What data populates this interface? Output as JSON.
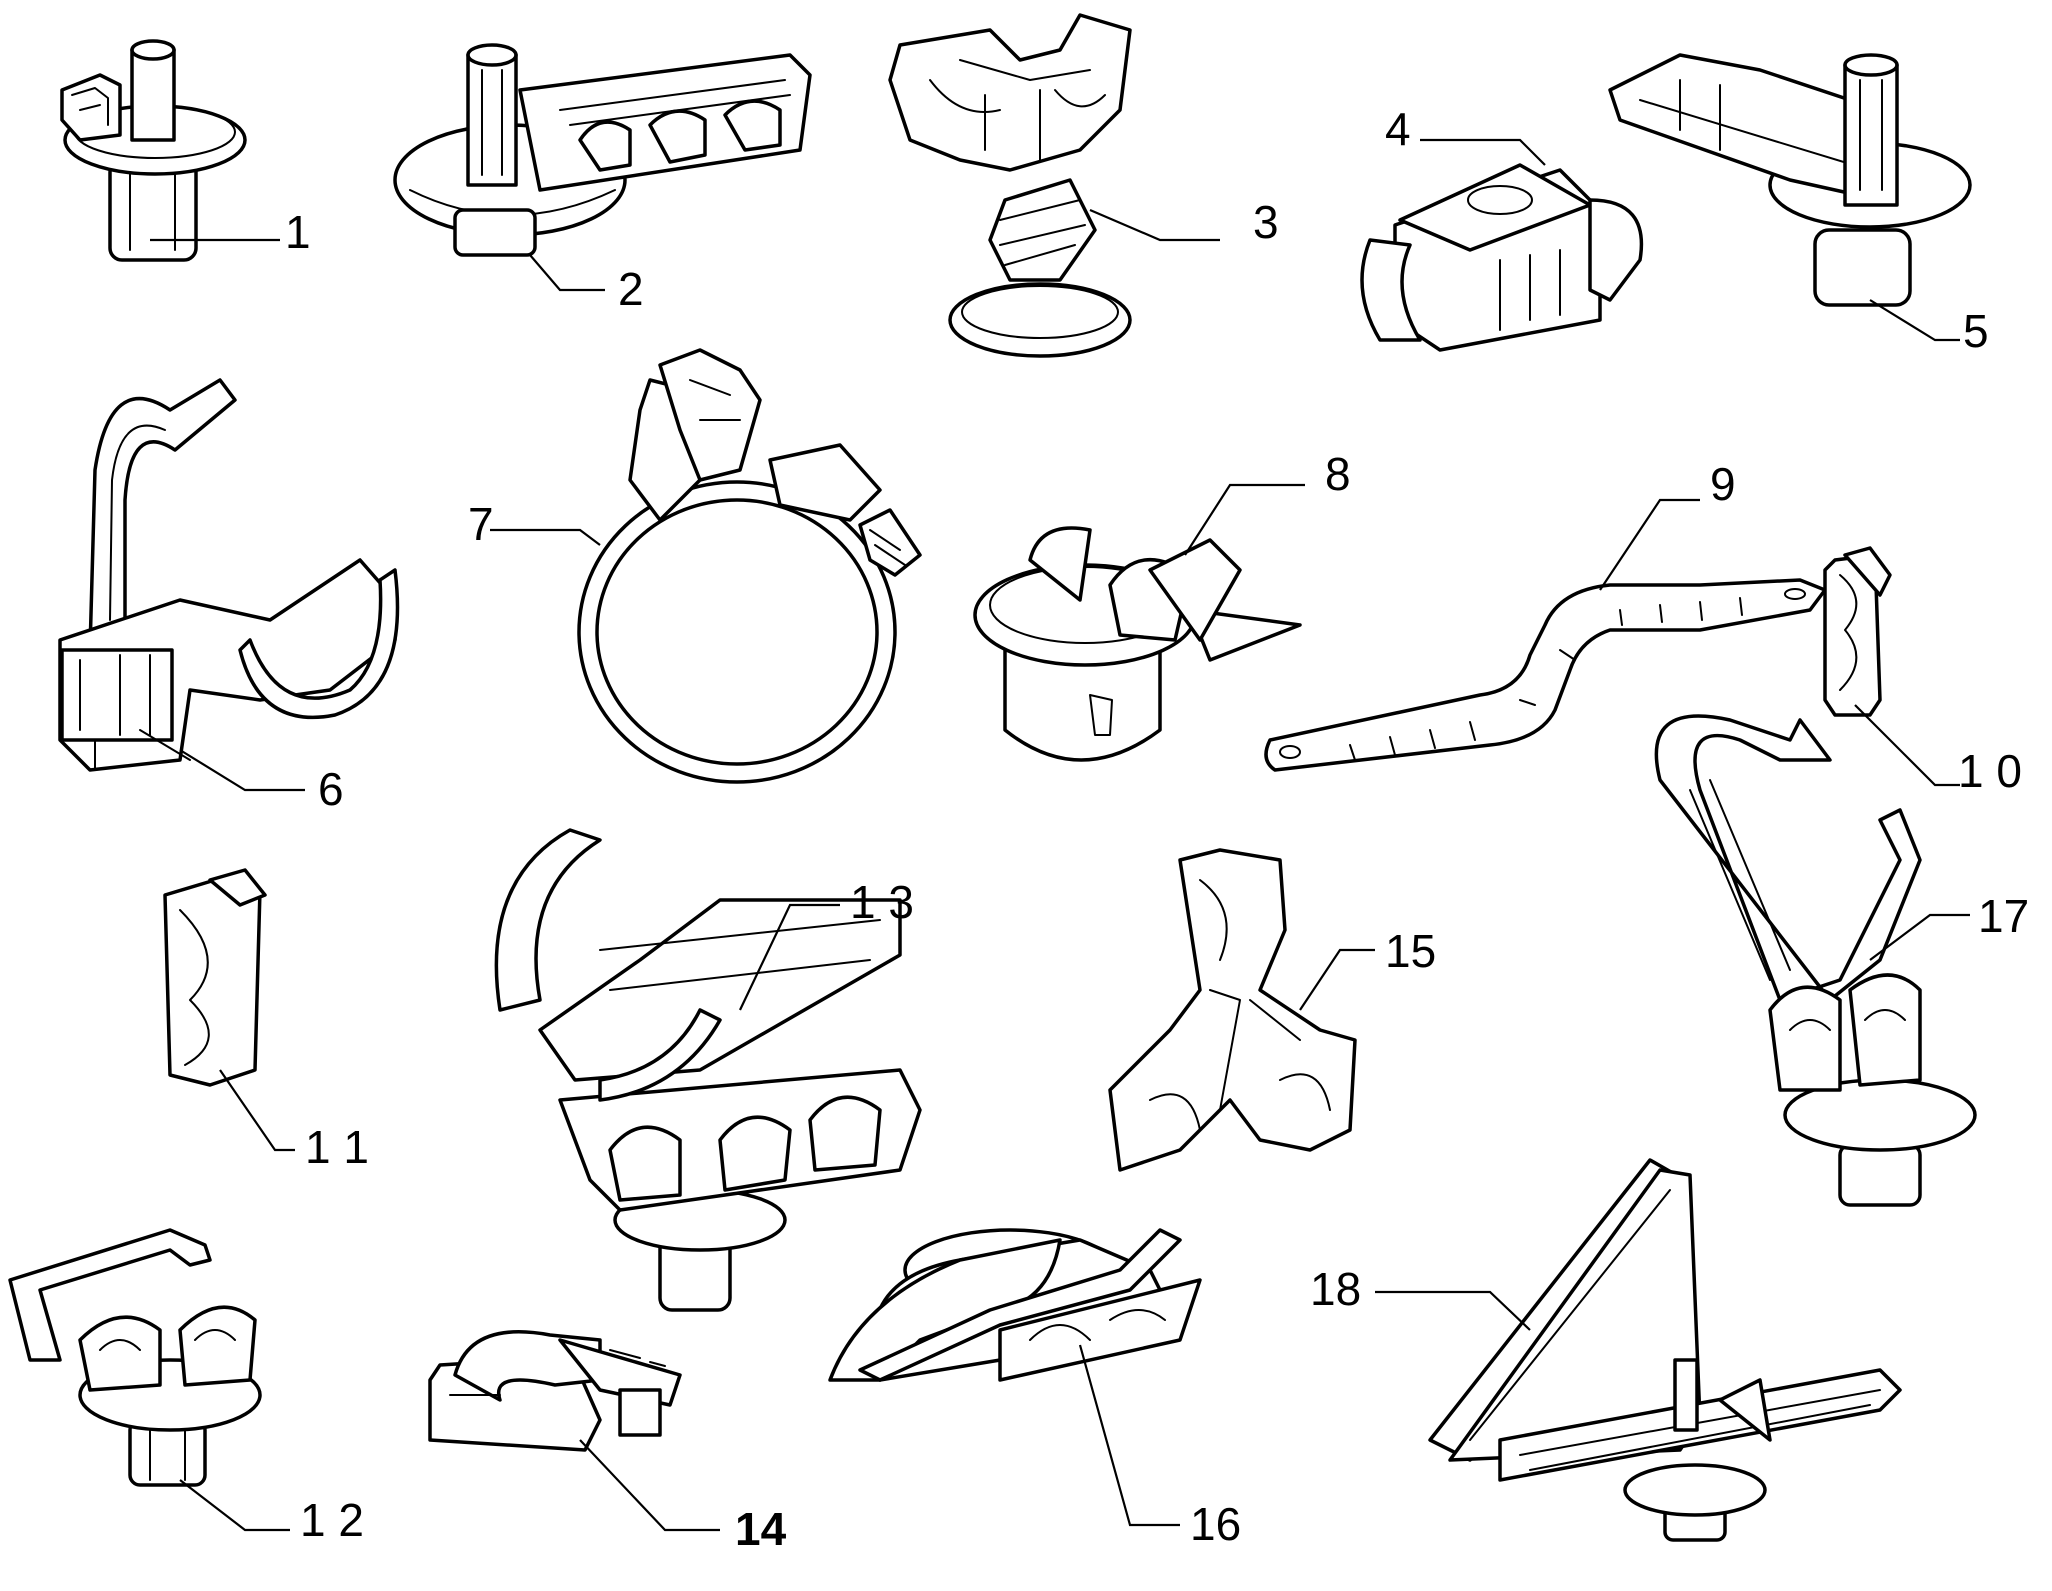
{
  "diagram": {
    "labels": [
      "1",
      "2",
      "3",
      "4",
      "5",
      "6",
      "7",
      "8",
      "9",
      "1 0",
      "1 1",
      "1 2",
      "1 3",
      "14",
      "15",
      "16",
      "17",
      "18"
    ]
  },
  "colors": {
    "ink": "#000000",
    "paper": "#ffffff"
  }
}
